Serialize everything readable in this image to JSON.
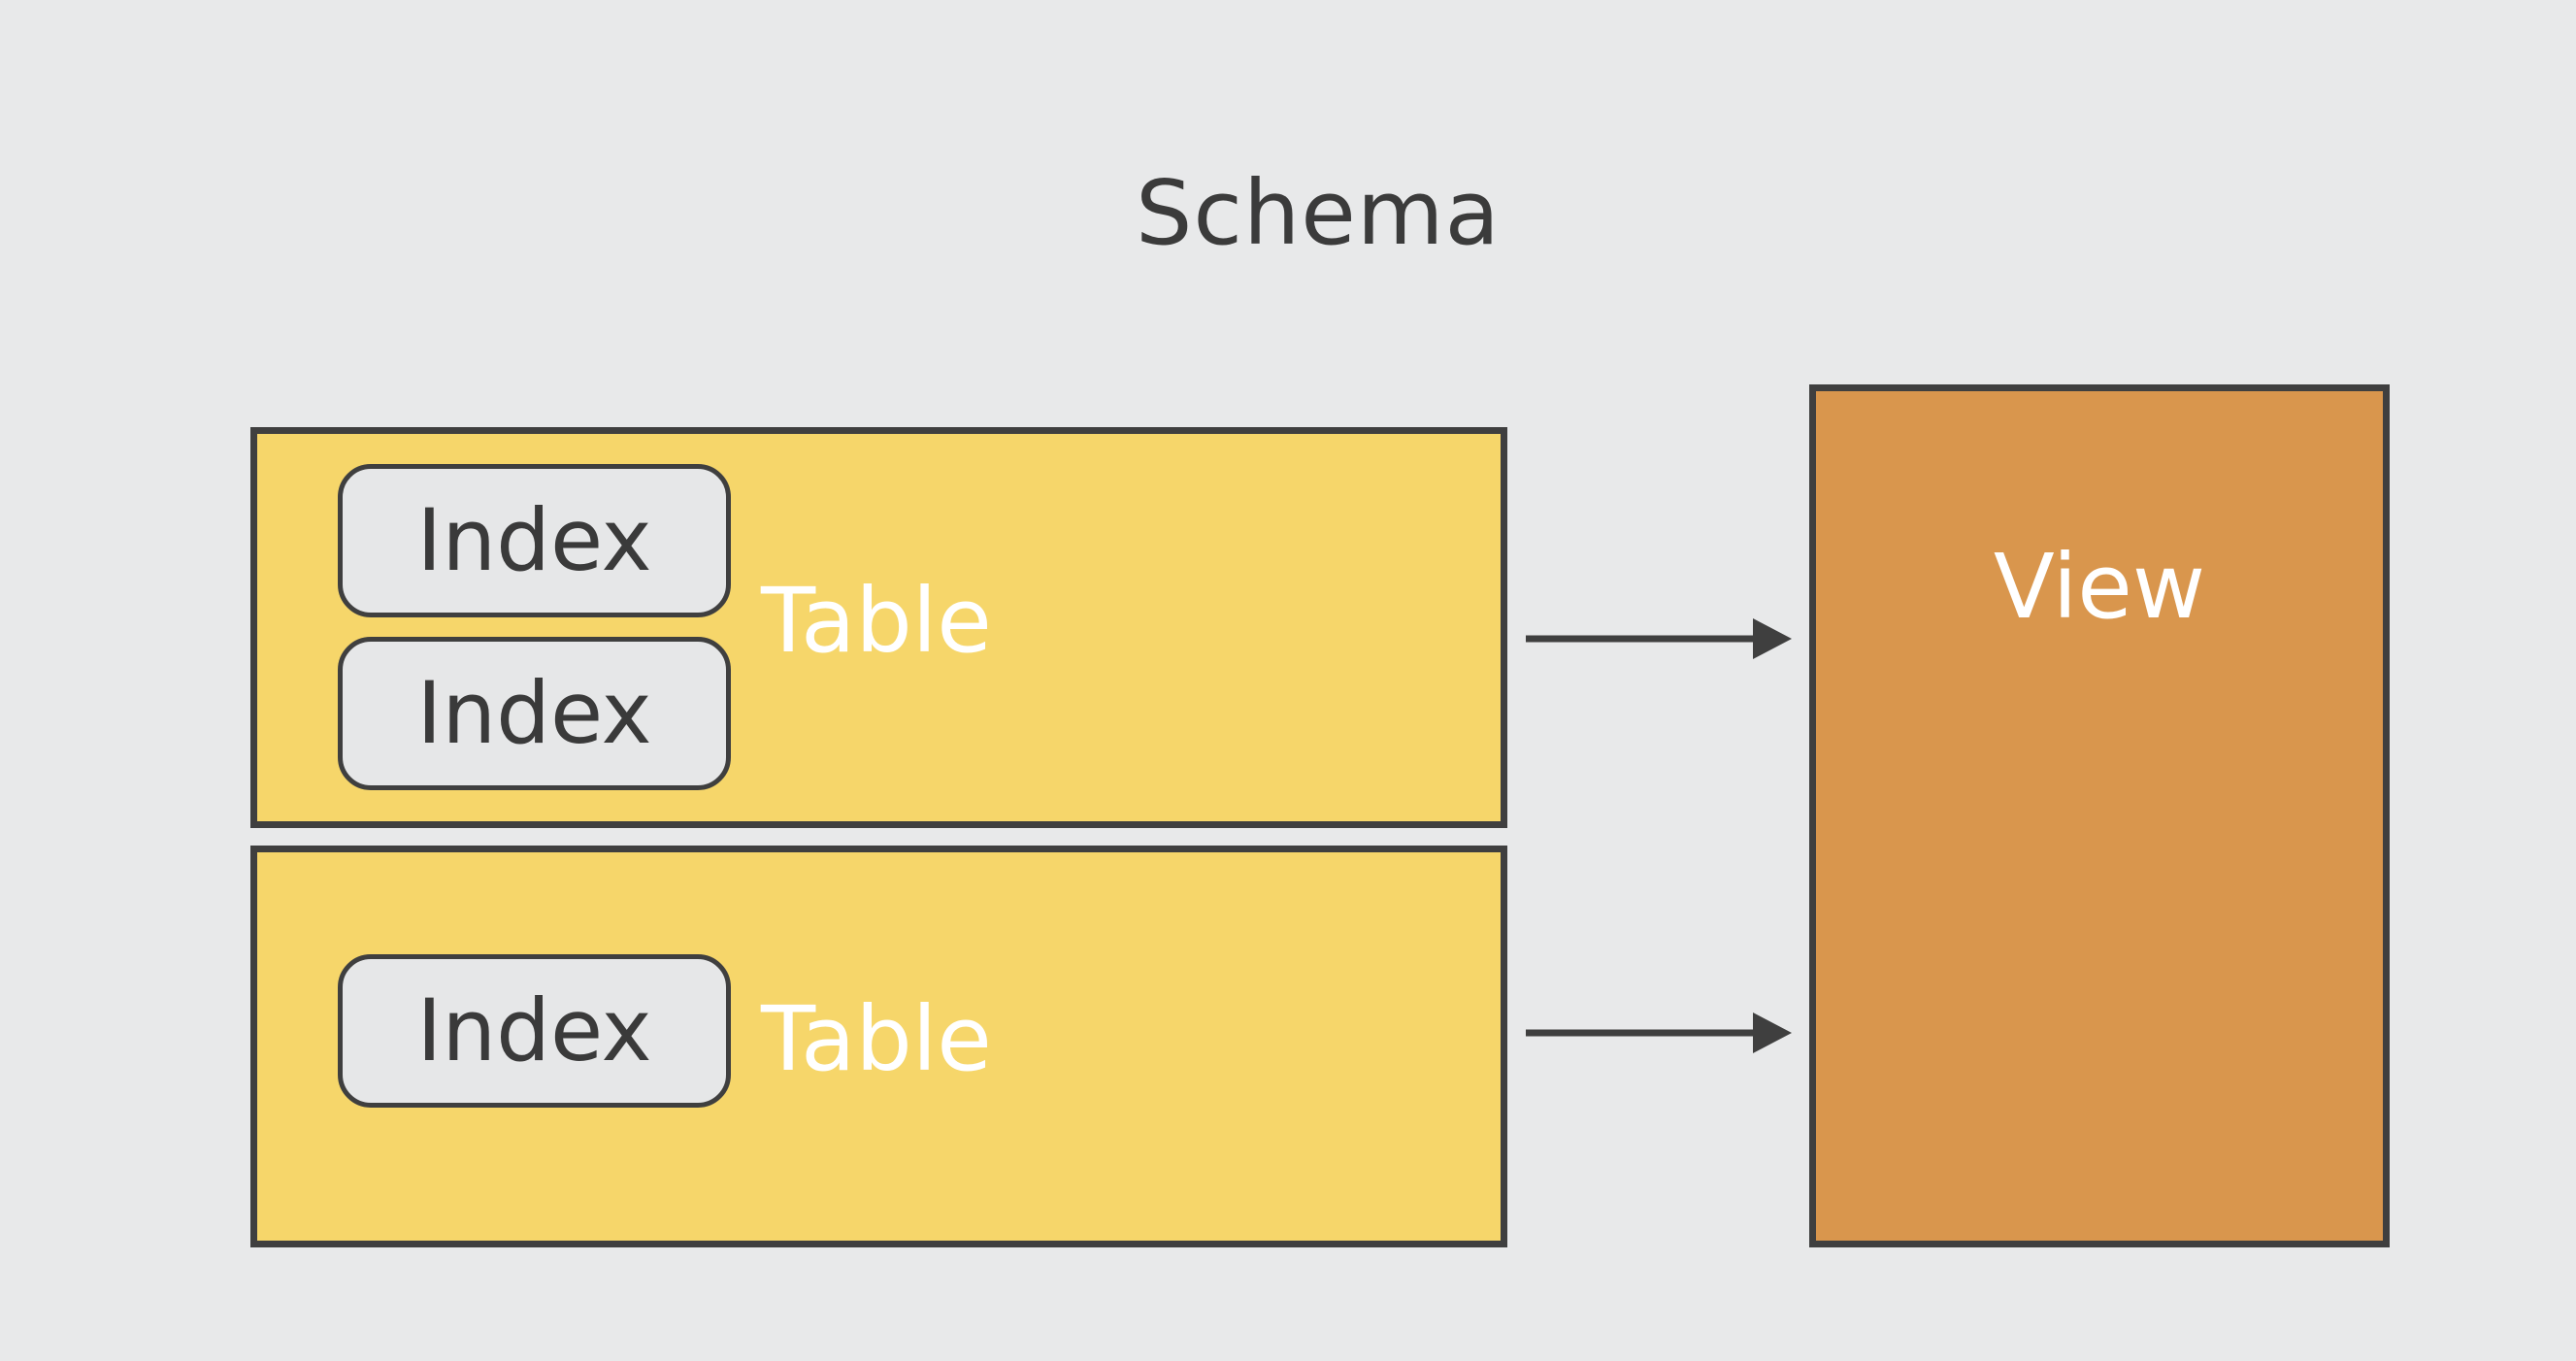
{
  "title": "Schema",
  "tables": [
    {
      "label": "Table",
      "indexes": [
        "Index",
        "Index"
      ]
    },
    {
      "label": "Table",
      "indexes": [
        "Index"
      ]
    }
  ],
  "view": {
    "label": "View"
  },
  "colors": {
    "background": "#e8e9ea",
    "table_fill": "#f6d66a",
    "view_fill": "#d9964d",
    "index_fill": "#e6e7e8",
    "stroke": "#3f3f3f"
  }
}
